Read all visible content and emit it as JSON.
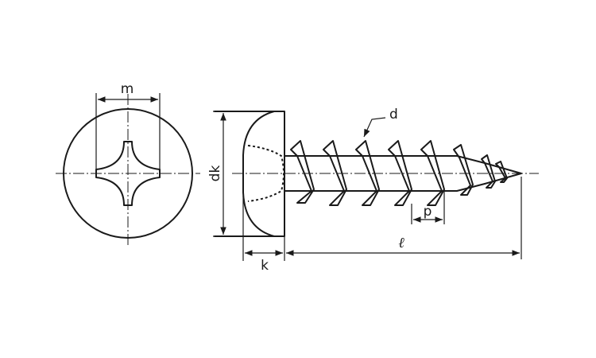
{
  "figure": {
    "labels": {
      "m": "m",
      "d": "d",
      "dk": "dk",
      "k": "k",
      "p": "p",
      "l": "ℓ"
    }
  }
}
